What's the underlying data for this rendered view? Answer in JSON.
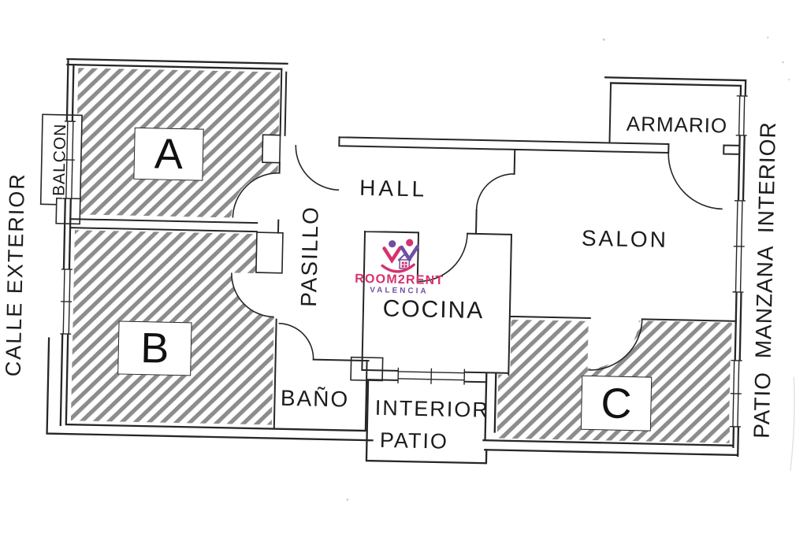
{
  "plan": {
    "rooms": {
      "a": {
        "label": "A"
      },
      "b": {
        "label": "B"
      },
      "c": {
        "label": "C"
      },
      "hall": {
        "label": "HALL"
      },
      "pasillo": {
        "label": "PASILLO"
      },
      "cocina": {
        "label": "COCINA"
      },
      "salon": {
        "label": "SALON"
      },
      "bano": {
        "label": "BAÑO"
      },
      "armario": {
        "label": "ARMARIO"
      }
    },
    "exterior": {
      "balcon": "BALCON",
      "calle_exterior": "CALLE EXTERIOR",
      "patio_manzana_interior": "PATIO MANZANA INTERIOR",
      "interior_patio": {
        "line1": "INTERIOR",
        "line2": "PATIO"
      }
    }
  },
  "logo": {
    "name": "ROOM2RENT",
    "city": "VALENCIA",
    "pink": "#d5336e",
    "purple": "#6f4fa4"
  },
  "colors": {
    "wall": "#262626",
    "hatch": "#8c8c8c",
    "background": "#ffffff"
  }
}
